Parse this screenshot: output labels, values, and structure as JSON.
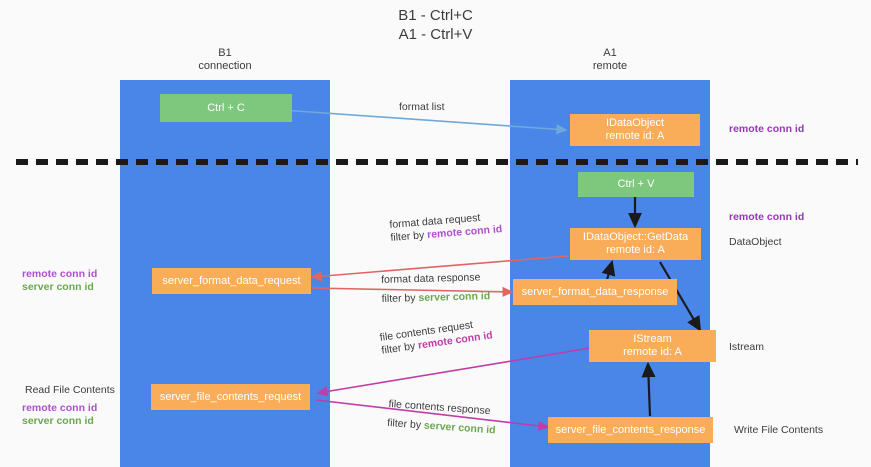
{
  "title": "B1 - Ctrl+C\nA1 - Ctrl+V",
  "columns": [
    {
      "id": "b1",
      "heading": "B1\nconnection"
    },
    {
      "id": "a1",
      "heading": "A1\nremote"
    }
  ],
  "colors": {
    "lane": "#4a86e8",
    "green_box": "#7ec87e",
    "orange_box": "#f9ad58",
    "remote_conn_id": "#b04fd0",
    "server_conn_id": "#6aa84f",
    "divider": "#1a1a1a",
    "arrow_format_list": "#6fa8dc",
    "arrow_format_data": "#e06666",
    "arrow_file_contents": "#c13ca8",
    "arrow_black": "#1a1a1a"
  },
  "boxes": {
    "ctrl_c": "Ctrl + C",
    "ctrl_v": "Ctrl + V",
    "idataobject": "IDataObject\nremote id: A",
    "idataobject_getdata": "IDataObject::GetData\nremote id: A",
    "istream": "IStream\nremote id: A",
    "server_format_data_request": "server_format_data_request",
    "server_format_data_response": "server_format_data_response",
    "server_file_contents_request": "server_file_contents_request",
    "server_file_contents_response": "server_file_contents_response"
  },
  "right_labels": {
    "remote_conn_id_top": "remote conn id",
    "remote_conn_id_mid": "remote conn id",
    "dataobject": "DataObject",
    "istream": "Istream",
    "write_file_contents": "Write File Contents"
  },
  "left_labels": {
    "read_file_contents": "Read File Contents",
    "remote_conn_id": "remote conn id",
    "server_conn_id": "server conn id"
  },
  "edges": [
    {
      "id": "format-list",
      "line1": "format list",
      "line2": "",
      "line2_prefix": "",
      "line2_highlight": "",
      "highlight_color": ""
    },
    {
      "id": "format-data-request",
      "line1": "format data request",
      "line2_prefix": "filter by ",
      "line2_highlight": "remote conn id"
    },
    {
      "id": "format-data-response",
      "line1": "format data response",
      "line2_prefix": "filter by ",
      "line2_highlight": "server conn id"
    },
    {
      "id": "file-contents-request",
      "line1": "file contents request",
      "line2_prefix": "filter by ",
      "line2_highlight": "remote conn id"
    },
    {
      "id": "file-contents-response",
      "line1": "file contents response",
      "line2_prefix": "filter by ",
      "line2_highlight": "server conn id"
    }
  ]
}
